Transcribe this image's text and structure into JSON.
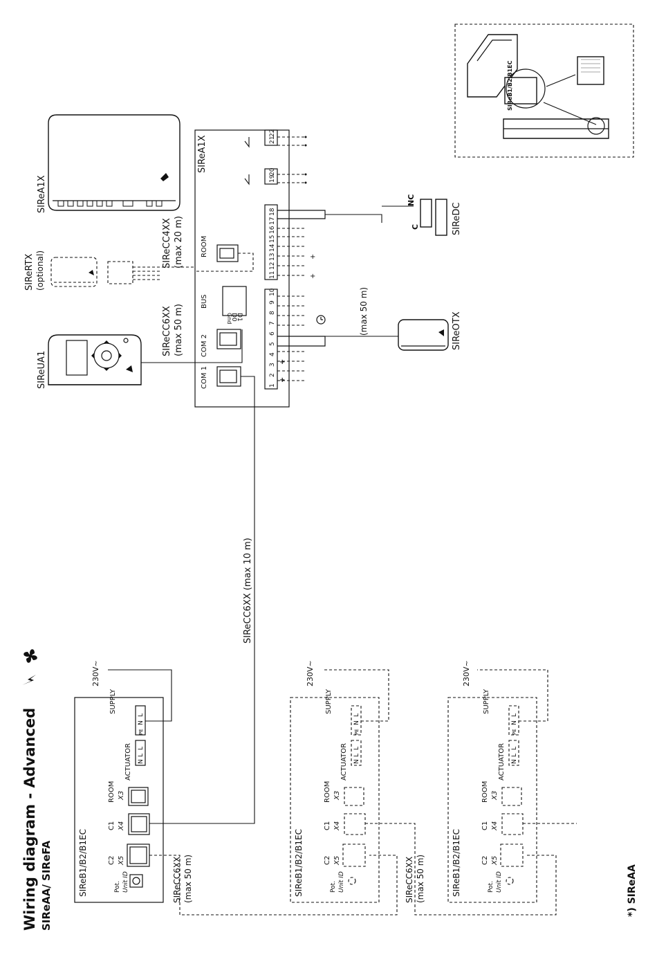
{
  "title": "Wiring diagram - Advanced",
  "subtitle": "SIReAA/ SIReFA",
  "footnote": "*) SIReAA",
  "devices": {
    "ua1": "SIReUA1",
    "rtx": "SIReRTX",
    "rtx_optional": "(optional)",
    "a1x": "SIReA1X",
    "otx": "SIReOTX",
    "dc": "SIReDC",
    "inset_label": "SIReB1/B2/B1EC"
  },
  "cables": {
    "cc6_name": "SIReCC6XX",
    "cc6_len": "(max 50 m)",
    "cc4_name": "SIReCC4XX",
    "cc4_len": "(max 20 m)",
    "main": "SIReCC6XX (max 10 m)",
    "otx_len": "(max 50 m)",
    "daisy_name": "SIReCC6XX",
    "daisy_len": "(max 50 m)"
  },
  "controller": {
    "title": "SIReA1X",
    "com1": "COM 1",
    "com2": "COM 2",
    "bus": "BUS",
    "room": "ROOM",
    "bus_pins": [
      "D0",
      "D1",
      "Gnd"
    ],
    "terminals": [
      "1",
      "2",
      "3",
      "4",
      "5",
      "6",
      "7",
      "8",
      "9",
      "10",
      "11",
      "12",
      "13",
      "14",
      "15",
      "16",
      "17",
      "18",
      "19",
      "20",
      "21",
      "22"
    ],
    "dc_nc": "NC",
    "dc_c": "C"
  },
  "units": {
    "label": "SIReB1/B2/B1EC",
    "supply": "230V~",
    "supply_label": "SUPPLY",
    "supply_pins": [
      "PE",
      "N",
      "L"
    ],
    "actuator_label": "ACTUATOR",
    "actuator_pins": [
      "N",
      "L",
      "L"
    ],
    "room": "ROOM",
    "x3": "X3",
    "c1": "C1",
    "x4": "X4",
    "c2": "C2",
    "x5": "X5",
    "pot": "Pot.",
    "unit_id": "Unit ID"
  }
}
